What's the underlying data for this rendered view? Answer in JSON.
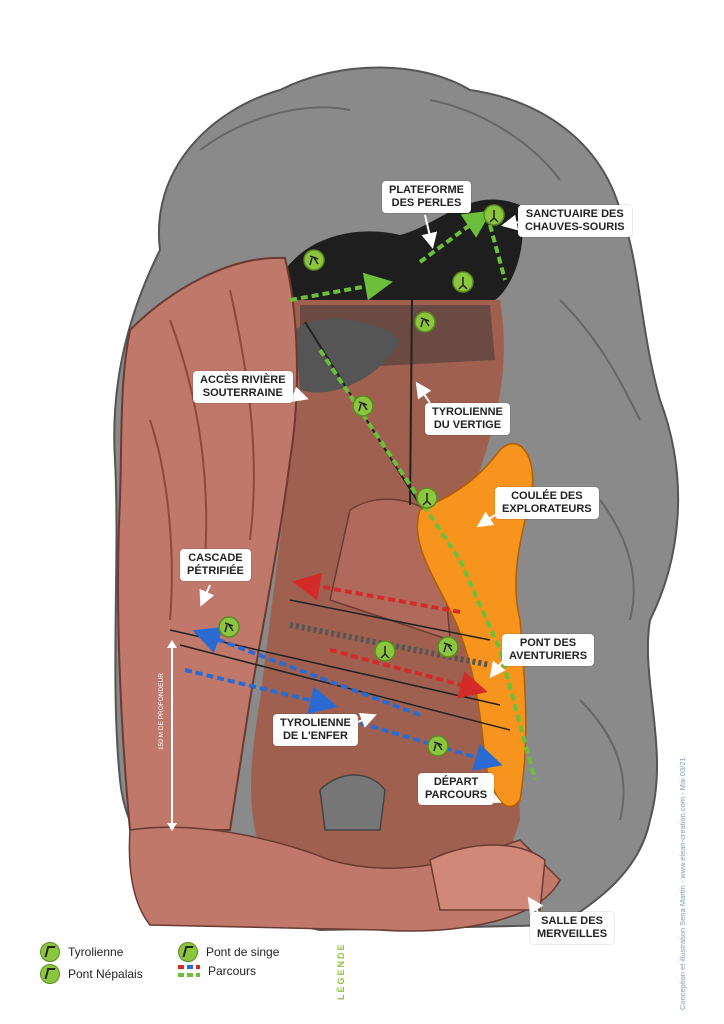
{
  "callouts": {
    "plateforme": "PLATEFORME\nDES PERLES",
    "sanctuaire": "SANCTUAIRE DES\nCHAUVES-SOURIS",
    "acces": "ACCÈS RIVIÈRE\nSOUTERRAINE",
    "tyrolienne_vertige": "TYROLIENNE\nDU VERTIGE",
    "coulee": "COULÉE DES\nEXPLORATEURS",
    "cascade": "CASCADE\nPÉTRIFIÉE",
    "pont_aventuriers": "PONT DES\nAVENTURIERS",
    "tyrolienne_enfer": "TYROLIENNE\nDE L'ENFER",
    "depart": "DÉPART\nPARCOURS",
    "salle": "SALLE DES\nMERVEILLES"
  },
  "depth_label": "150 M DE PROFONDEUR",
  "legend": {
    "title": "LÉGENDE",
    "tyrolienne": "Tyrolienne",
    "pont_nepalais": "Pont Népalais",
    "pont_de_singe": "Pont de singe",
    "parcours": "Parcours"
  },
  "credit": "Conception et illustration Sena Martin - www.elean-creation.com - Mai 03/21",
  "colors": {
    "rock_gray": "#8a8a8a",
    "rock_pink": "#c0786a",
    "cave_interior": "#a0604f",
    "flowstone": "#f7941d",
    "route_green": "#6cbf3b",
    "route_red": "#d32a2a",
    "route_blue": "#2a6bd3",
    "icon_green": "#8cc63f"
  },
  "icons": [
    "zipline-icon",
    "nepalese-bridge-icon",
    "monkey-bridge-icon"
  ]
}
